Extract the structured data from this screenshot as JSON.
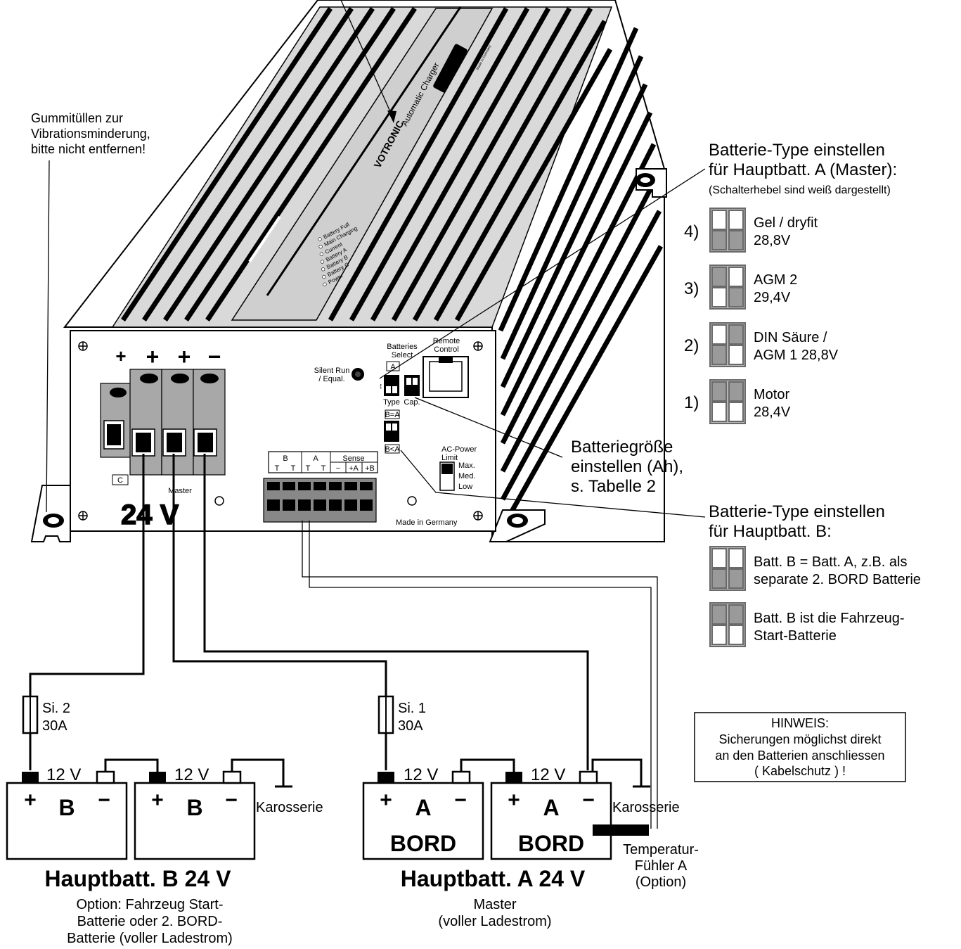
{
  "device": {
    "brand": "VOTRONIC",
    "product": "Automatic Charger",
    "made_in_small": "Made in Germany",
    "led_labels": [
      "Battery Full",
      "Main Charging",
      "Current",
      "Battery A",
      "Battery B",
      "Battery C",
      "Power"
    ],
    "terminal_signs": [
      "+",
      "+",
      "+",
      "−"
    ],
    "voltage_label": "24 V",
    "silent_run": [
      "Silent Run",
      "/ Equal."
    ],
    "batteries_select": [
      "Batteries",
      "Select"
    ],
    "remote_control": [
      "Remote",
      "Control"
    ],
    "switch_small_labels": {
      "a": "A",
      "type": "Type",
      "cap": "Cap.",
      "b_eq_a": "B=A",
      "b_lt_a": "B<A"
    },
    "ac_power_limit": [
      "AC-Power",
      "Limit"
    ],
    "ac_levels": [
      "Max.",
      "Med.",
      "Low"
    ],
    "sense_header": {
      "b": "B",
      "a": "A",
      "sense": "Sense"
    },
    "sense_sub": [
      "T",
      "T",
      "T",
      "T",
      "−",
      "+A",
      "+B"
    ],
    "terminal_small": {
      "c": "C",
      "master": "Master"
    },
    "made_in_germany": "Made in Germany"
  },
  "annotations": {
    "rubber_grommets": [
      "Gummitüllen zur",
      "Vibrationsminderung,",
      "bitte nicht entfernen!"
    ],
    "battery_size": [
      "Batteriegröße",
      "einstellen (Ah),",
      "s. Tabelle 2"
    ]
  },
  "type_a": {
    "title_lines": [
      "Batterie-Type einstellen",
      "für Hauptbatt. A  (Master):"
    ],
    "note": "(Schalterhebel sind weiß dargestellt)",
    "options": [
      {
        "num": "4)",
        "line1": "Gel / dryfit",
        "line2": "28,8V",
        "pattern": [
          "w",
          "w",
          "g",
          "g"
        ]
      },
      {
        "num": "3)",
        "line1": "AGM 2",
        "line2": "29,4V",
        "pattern": [
          "g",
          "w",
          "w",
          "g"
        ]
      },
      {
        "num": "2)",
        "line1": "DIN Säure /",
        "line2": "AGM 1  28,8V",
        "pattern": [
          "w",
          "g",
          "g",
          "w"
        ]
      },
      {
        "num": "1)",
        "line1": "Motor",
        "line2": "28,4V",
        "pattern": [
          "g",
          "g",
          "w",
          "w"
        ]
      }
    ]
  },
  "type_b": {
    "title_lines": [
      "Batterie-Type einstellen",
      "für Hauptbatt. B:"
    ],
    "options": [
      {
        "line1": "Batt. B = Batt. A,  z.B. als",
        "line2": "separate 2. BORD Batterie",
        "pattern": [
          "w",
          "w",
          "g",
          "g"
        ]
      },
      {
        "line1": "Batt. B  ist die Fahrzeug-",
        "line2": "Start-Batterie",
        "pattern": [
          "g",
          "g",
          "w",
          "w"
        ]
      }
    ]
  },
  "fuses": [
    {
      "name": "Si. 2",
      "rating": "30A"
    },
    {
      "name": "Si. 1",
      "rating": "30A"
    }
  ],
  "batteries": {
    "voltage": "12 V",
    "plus": "+",
    "minus": "−",
    "b_letter": "B",
    "a_letter": "A",
    "bord": "BORD",
    "chassis": "Karosserie"
  },
  "bank_b": {
    "title": "Hauptbatt. B  24 V",
    "desc": [
      "Option: Fahrzeug Start-",
      "Batterie oder 2. BORD-",
      "Batterie (voller Ladestrom)"
    ]
  },
  "bank_a": {
    "title": "Hauptbatt. A  24 V",
    "desc": [
      "Master",
      "(voller Ladestrom)"
    ]
  },
  "temp_sensor": [
    "Temperatur-",
    "Fühler A",
    "(Option)"
  ],
  "hinweis": [
    "HINWEIS:",
    "Sicherungen möglichst direkt",
    "an den Batterien anschliessen",
    "( Kabelschutz ) !"
  ],
  "colors": {
    "line": "#000000",
    "switch_grey": "#9a9a9a",
    "panel_grey": "#a8a8a8"
  }
}
